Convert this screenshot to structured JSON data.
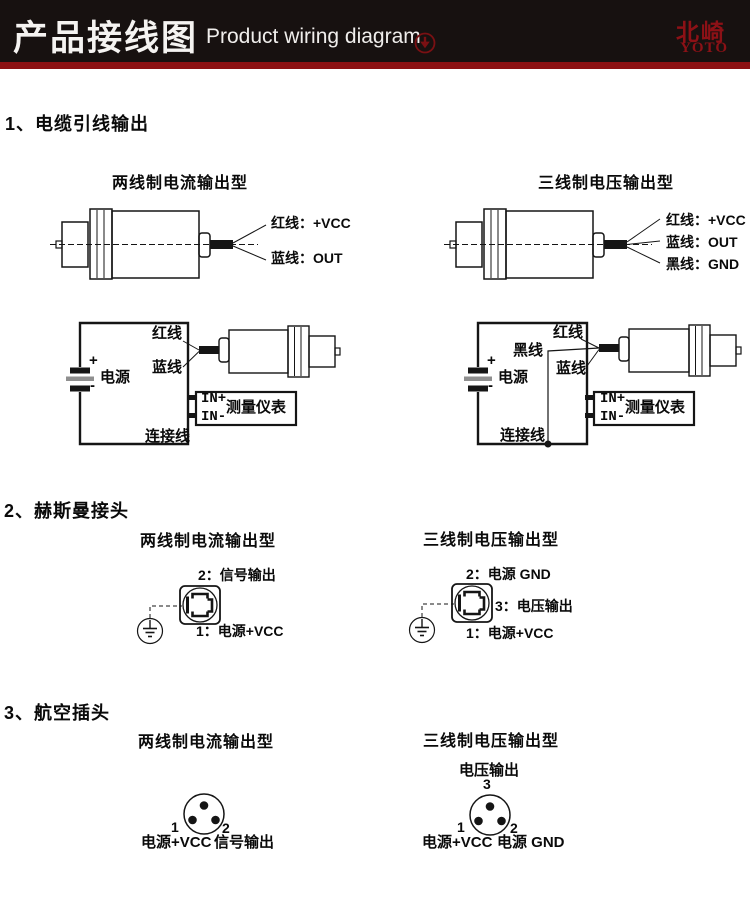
{
  "header": {
    "title_cn": "产品接线图",
    "title_en": "Product wiring diagram",
    "brand_cn": "北崎",
    "brand_en": "YOTO"
  },
  "colors": {
    "accent": "#8c1113",
    "brand_red": "#8c1116",
    "icon_red": "#7a1013",
    "ink": "#151515"
  },
  "section1": {
    "heading": "1、电缆引线输出",
    "left": {
      "subtitle": "两线制电流输出型",
      "wire_red": "红线：+VCC",
      "wire_blue": "蓝线：OUT",
      "circuit": {
        "red": "红线",
        "blue": "蓝线",
        "connect": "连接线",
        "power": "电源",
        "plus": "+",
        "minus": "-",
        "in_plus": "IN+",
        "in_minus": "IN-",
        "meter": "测量仪表"
      }
    },
    "right": {
      "subtitle": "三线制电压输出型",
      "wire_red": "红线：+VCC",
      "wire_blue": "蓝线：OUT",
      "wire_black": "黑线：GND",
      "circuit": {
        "red": "红线",
        "black": "黑线",
        "blue": "蓝线",
        "connect": "连接线",
        "power": "电源",
        "plus": "+",
        "minus": "-",
        "in_plus": "IN+",
        "in_minus": "IN-",
        "meter": "测量仪表"
      }
    }
  },
  "section2": {
    "heading": "2、赫斯曼接头",
    "left": {
      "subtitle": "两线制电流输出型",
      "pin2": "2：信号输出",
      "pin1": "1：电源+VCC"
    },
    "right": {
      "subtitle": "三线制电压输出型",
      "pin2": "2：电源 GND",
      "pin3": "3：电压输出",
      "pin1": "1：电源+VCC"
    }
  },
  "section3": {
    "heading": "3、航空插头",
    "left": {
      "subtitle": "两线制电流输出型",
      "pin1_num": "1",
      "pin2_num": "2",
      "pin1": "电源+VCC",
      "pin2": "信号输出"
    },
    "right": {
      "subtitle": "三线制电压输出型",
      "pin3": "电压输出",
      "pin3_num": "3",
      "pin1_num": "1",
      "pin2_num": "2",
      "pin1": "电源+VCC",
      "pin2": "电源 GND"
    }
  }
}
